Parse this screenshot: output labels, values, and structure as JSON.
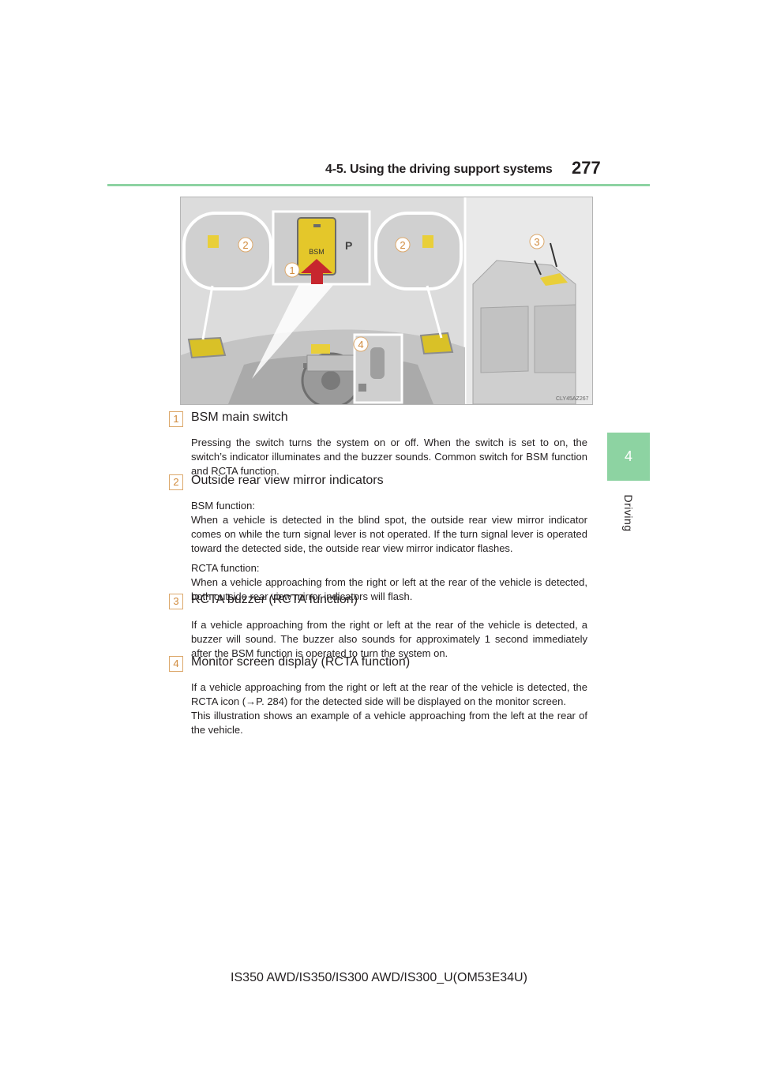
{
  "header": {
    "section_title": "4-5. Using the driving support systems",
    "page_number": "277"
  },
  "side_tab": {
    "chapter_number": "4",
    "chapter_label": "Driving"
  },
  "illustration": {
    "code": "CLY45AZ267",
    "switch_label": "BSM",
    "callouts": [
      "1",
      "2",
      "2",
      "3",
      "4"
    ]
  },
  "items": [
    {
      "number": "1",
      "title": "BSM main switch",
      "paragraphs": [
        "Pressing the switch turns the system on or off. When the switch is set to on, the switch’s indicator illuminates and the buzzer sounds. Common switch for BSM function and RCTA function."
      ]
    },
    {
      "number": "2",
      "title": "Outside rear view mirror indicators",
      "paragraphs": [
        "BSM function:",
        "When a vehicle is detected in the blind spot, the outside rear view mirror indicator comes on while the turn signal lever is not operated. If the turn signal lever is operated toward the detected side, the outside rear view mirror indicator flashes.",
        "RCTA function:",
        "When a vehicle approaching from the right or left at the rear of the vehicle is detected, both outside rear view mirror indicators will flash."
      ]
    },
    {
      "number": "3",
      "title": "RCTA buzzer (RCTA function)",
      "paragraphs": [
        "If a vehicle approaching from the right or left at the rear of the vehicle is detected, a buzzer will sound. The buzzer also sounds for approximately 1 second immediately after the BSM function is operated to turn the system on."
      ]
    },
    {
      "number": "4",
      "title": "Monitor screen display (RCTA function)",
      "paragraphs": [
        "If a vehicle approaching from the right or left at the rear of the vehicle is detected, the RCTA icon (→P. 284) for the detected side will be displayed on the monitor screen.",
        "This illustration shows an example of a vehicle approaching from the left at the rear of the vehicle."
      ]
    }
  ],
  "footer": {
    "model_text": "IS350 AWD/IS350/IS300 AWD/IS300_U(OM53E34U)"
  }
}
